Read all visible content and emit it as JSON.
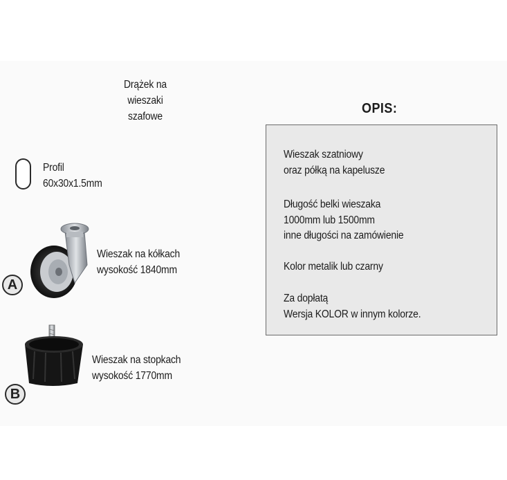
{
  "rail": {
    "title_lines": [
      "Drążek na",
      "wieszaki",
      "szafowe"
    ]
  },
  "profile": {
    "lines": [
      "Profil",
      "60x30x1.5mm"
    ]
  },
  "variant_a": {
    "badge": "A",
    "lines": [
      "Wieszak na kółkach",
      "wysokość 1840mm"
    ]
  },
  "variant_b": {
    "badge": "B",
    "lines": [
      "Wieszak na stopkach",
      "wysokość 1770mm"
    ]
  },
  "description": {
    "title": "OPIS:",
    "paragraphs": [
      [
        "Wieszak szatniowy",
        "oraz półką na kapelusze"
      ],
      [
        "Długość belki wieszaka",
        "1000mm lub 1500mm",
        "inne długości na zamówienie"
      ],
      [
        "Kolor metalik lub czarny"
      ],
      [
        "Za dopłatą",
        "Wersja KOLOR  w innym kolorze."
      ]
    ]
  }
}
